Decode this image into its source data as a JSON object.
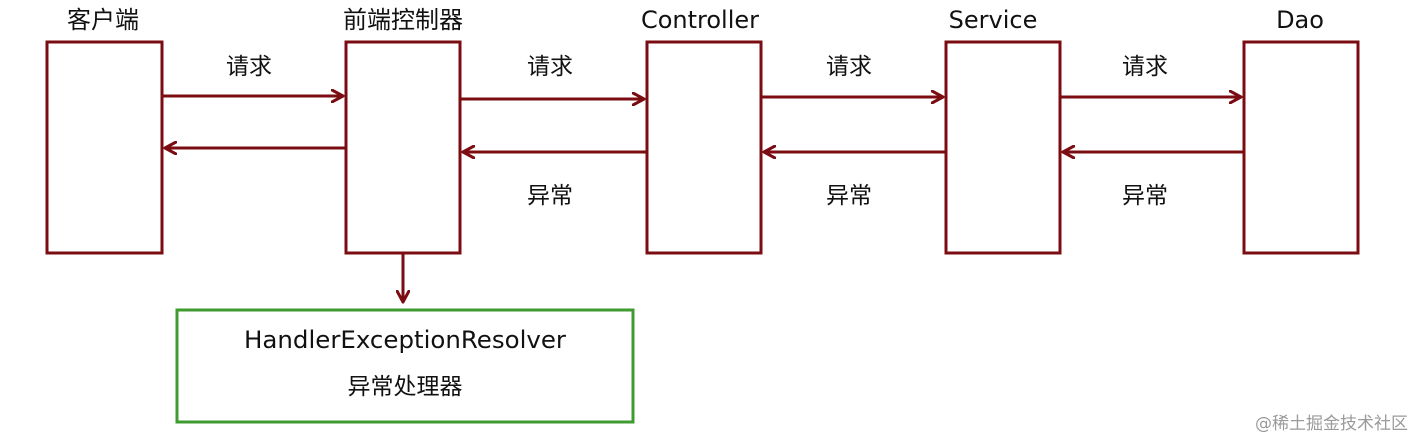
{
  "diagram": {
    "nodes": [
      {
        "id": "client",
        "label": "客户端"
      },
      {
        "id": "front-controller",
        "label": "前端控制器"
      },
      {
        "id": "controller",
        "label": "Controller"
      },
      {
        "id": "service",
        "label": "Service"
      },
      {
        "id": "dao",
        "label": "Dao"
      }
    ],
    "edges": [
      {
        "from": "client",
        "to": "front-controller",
        "label": "请求"
      },
      {
        "from": "front-controller",
        "to": "client",
        "label": ""
      },
      {
        "from": "front-controller",
        "to": "controller",
        "label": "请求"
      },
      {
        "from": "controller",
        "to": "front-controller",
        "label": "异常"
      },
      {
        "from": "controller",
        "to": "service",
        "label": "请求"
      },
      {
        "from": "service",
        "to": "controller",
        "label": "异常"
      },
      {
        "from": "service",
        "to": "dao",
        "label": "请求"
      },
      {
        "from": "dao",
        "to": "service",
        "label": "异常"
      },
      {
        "from": "front-controller",
        "to": "handler",
        "label": ""
      }
    ],
    "handler": {
      "line1": "HandlerExceptionResolver",
      "line2": "异常处理器"
    },
    "colors": {
      "box_border": "#7b0c11",
      "arrow": "#7b0c11",
      "handler_border": "#3f9b2f"
    }
  },
  "watermark": "@稀土掘金技术社区"
}
